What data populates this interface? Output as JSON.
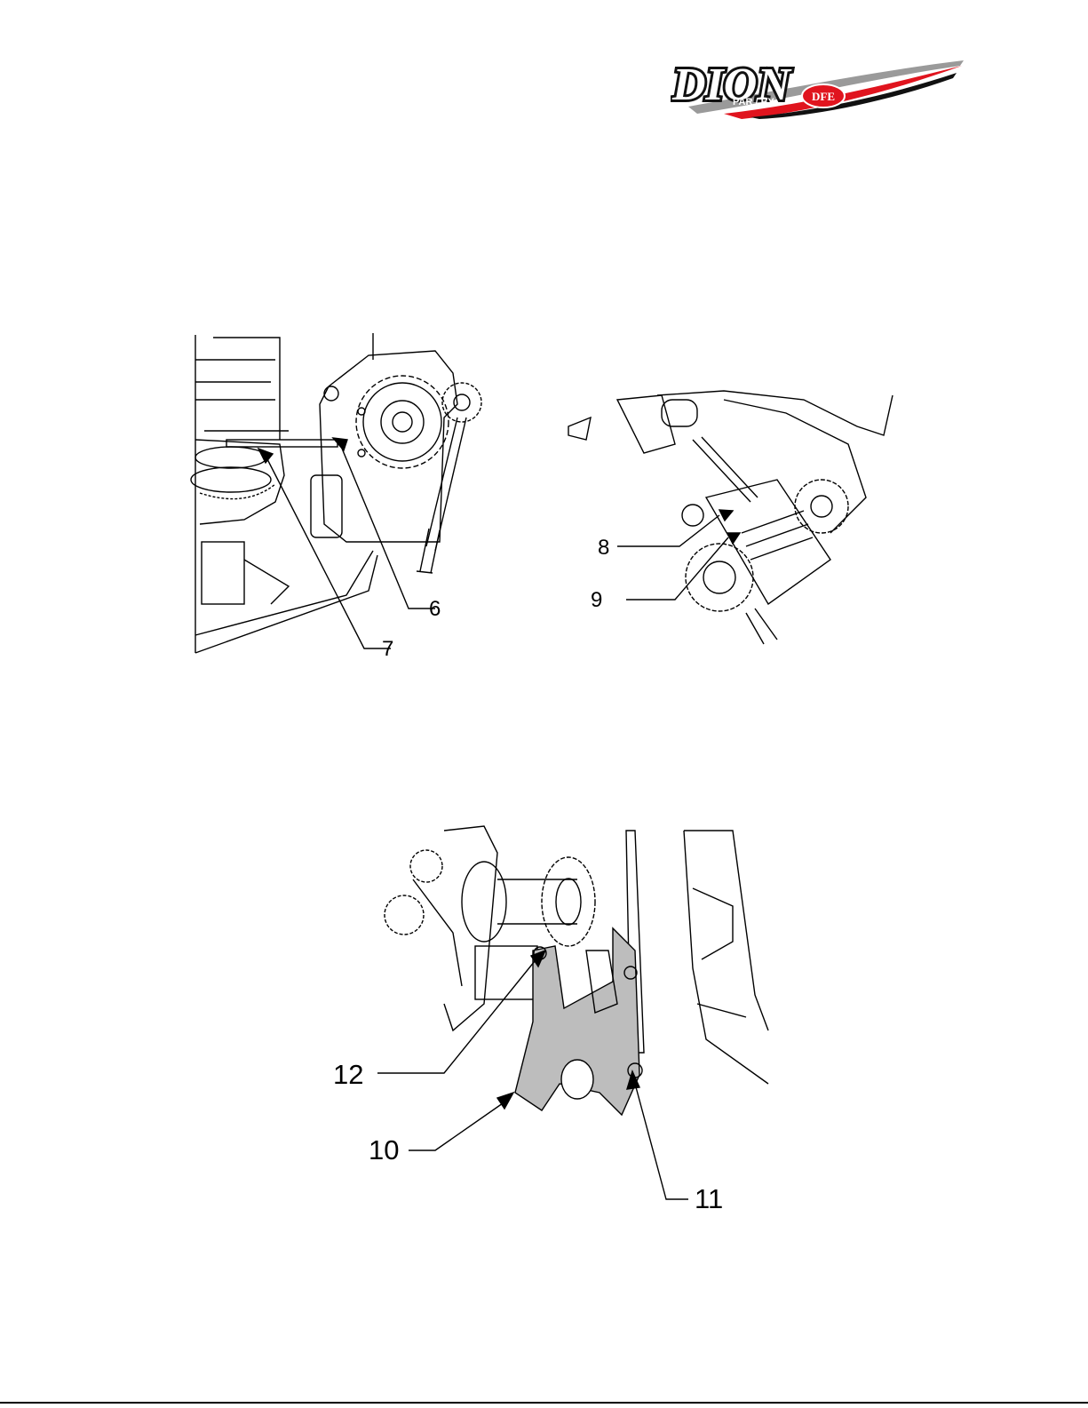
{
  "logo": {
    "brand": "DION",
    "byline": "PAR / BY",
    "badge": "DFE",
    "colors": {
      "red": "#e0141e",
      "black": "#111111",
      "grey": "#9a9a9a"
    }
  },
  "figures": [
    {
      "id": "fig-a",
      "callouts": [
        "6",
        "7"
      ]
    },
    {
      "id": "fig-b",
      "callouts": [
        "8",
        "9"
      ]
    },
    {
      "id": "fig-c",
      "callouts": [
        "12",
        "10",
        "11"
      ]
    }
  ]
}
